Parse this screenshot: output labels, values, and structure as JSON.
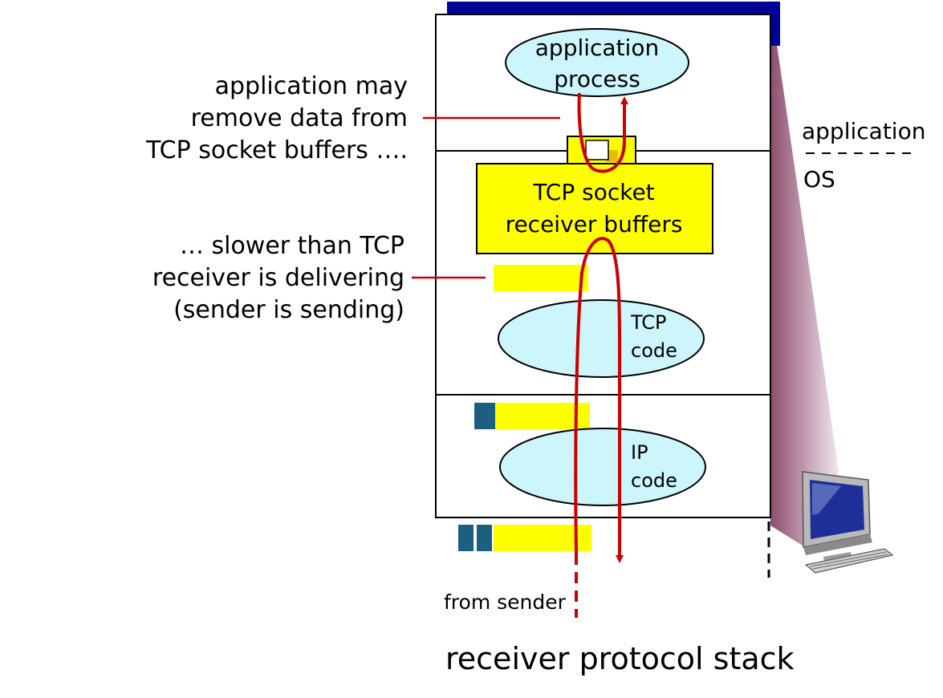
{
  "annotations": {
    "remove_data": [
      "application may",
      "remove data from",
      "TCP socket buffers …."
    ],
    "slower": [
      "… slower than TCP",
      "receiver is delivering",
      "(sender is sending)"
    ]
  },
  "stack": {
    "app_process": [
      "application",
      "process"
    ],
    "socket_buffers": [
      "TCP socket",
      "receiver buffers"
    ],
    "tcp_code": [
      "TCP",
      "code"
    ],
    "ip_code": [
      "IP",
      "code"
    ]
  },
  "layers": {
    "application": "application",
    "os": "OS"
  },
  "from_sender": "from sender",
  "caption": "receiver protocol stack",
  "colors": {
    "ellipse_fill": "#ccf5fc",
    "buffer_yellow": "#ffff00",
    "segment_header": "#1d5f80",
    "arrow_red": "#cc0000",
    "top_bar": "#000099",
    "cone": "#8e4d6e"
  }
}
